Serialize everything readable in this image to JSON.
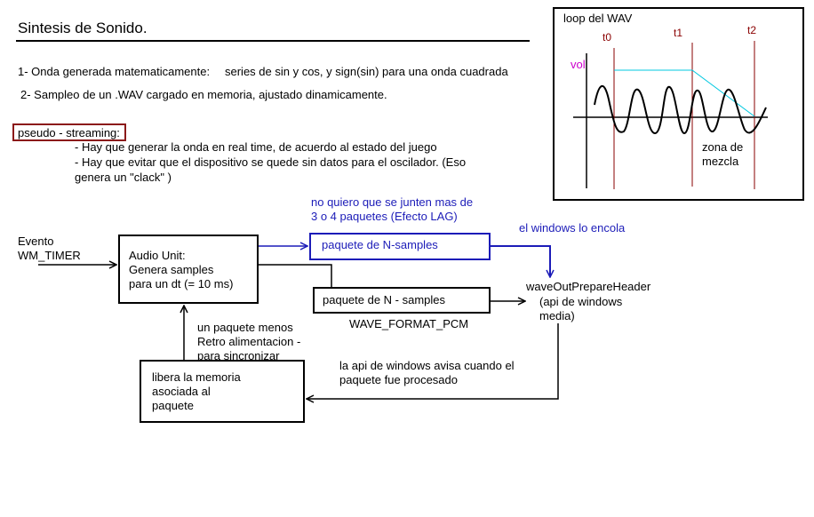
{
  "title": "Sintesis de Sonido.",
  "intro": {
    "item1_a": "1- Onda generada matematicamente:",
    "item1_b": "series de sin y cos, y sign(sin) para una onda cuadrada",
    "item2": "2- Sampleo de un .WAV cargado en memoria, ajustado dinamicamente."
  },
  "streaming": {
    "tag": "pseudo - streaming:",
    "line1": "- Hay que generar la onda en real time, de acuerdo al estado del juego",
    "line2": "- Hay que evitar que el dispositivo se quede sin datos para el oscilador. (Eso",
    "line3": "genera un \"clack\" )"
  },
  "wav_panel": {
    "title": "loop del WAV",
    "t0": "t0",
    "t1": "t1",
    "t2": "t2",
    "vol": "vol",
    "mix_line1": "zona de",
    "mix_line2": "mezcla"
  },
  "flow": {
    "event_line1": "Evento",
    "event_line2": "WM_TIMER",
    "audio_unit_line1": "Audio Unit:",
    "audio_unit_line2": "Genera samples",
    "audio_unit_line3": "para un dt (= 10 ms)",
    "note_line1": "no quiero que se junten mas de",
    "note_line2": "3 o 4 paquetes (Efecto LAG)",
    "packet_blue": "paquete de N-samples",
    "windows_queue": "el windows lo encola",
    "packet_black": "paquete de N - samples",
    "format": "WAVE_FORMAT_PCM",
    "api_line1": "waveOutPrepareHeader",
    "api_line2": "(api de windows",
    "api_line3": "media)",
    "feedback_line1": "un paquete menos",
    "feedback_line2": "Retro alimentacion -",
    "feedback_line3": "para sincronizar",
    "free_line1": "libera la memoria",
    "free_line2": "asociada al",
    "free_line3": "paquete",
    "notify_line1": "la api de windows avisa cuando el",
    "notify_line2": "paquete fue procesado"
  },
  "colors": {
    "blue": "#1c1cb8",
    "dark_red": "#8b1a1a",
    "marker_red": "#8a0000",
    "magenta": "#cc00cc",
    "cyan": "#00c8e0"
  }
}
